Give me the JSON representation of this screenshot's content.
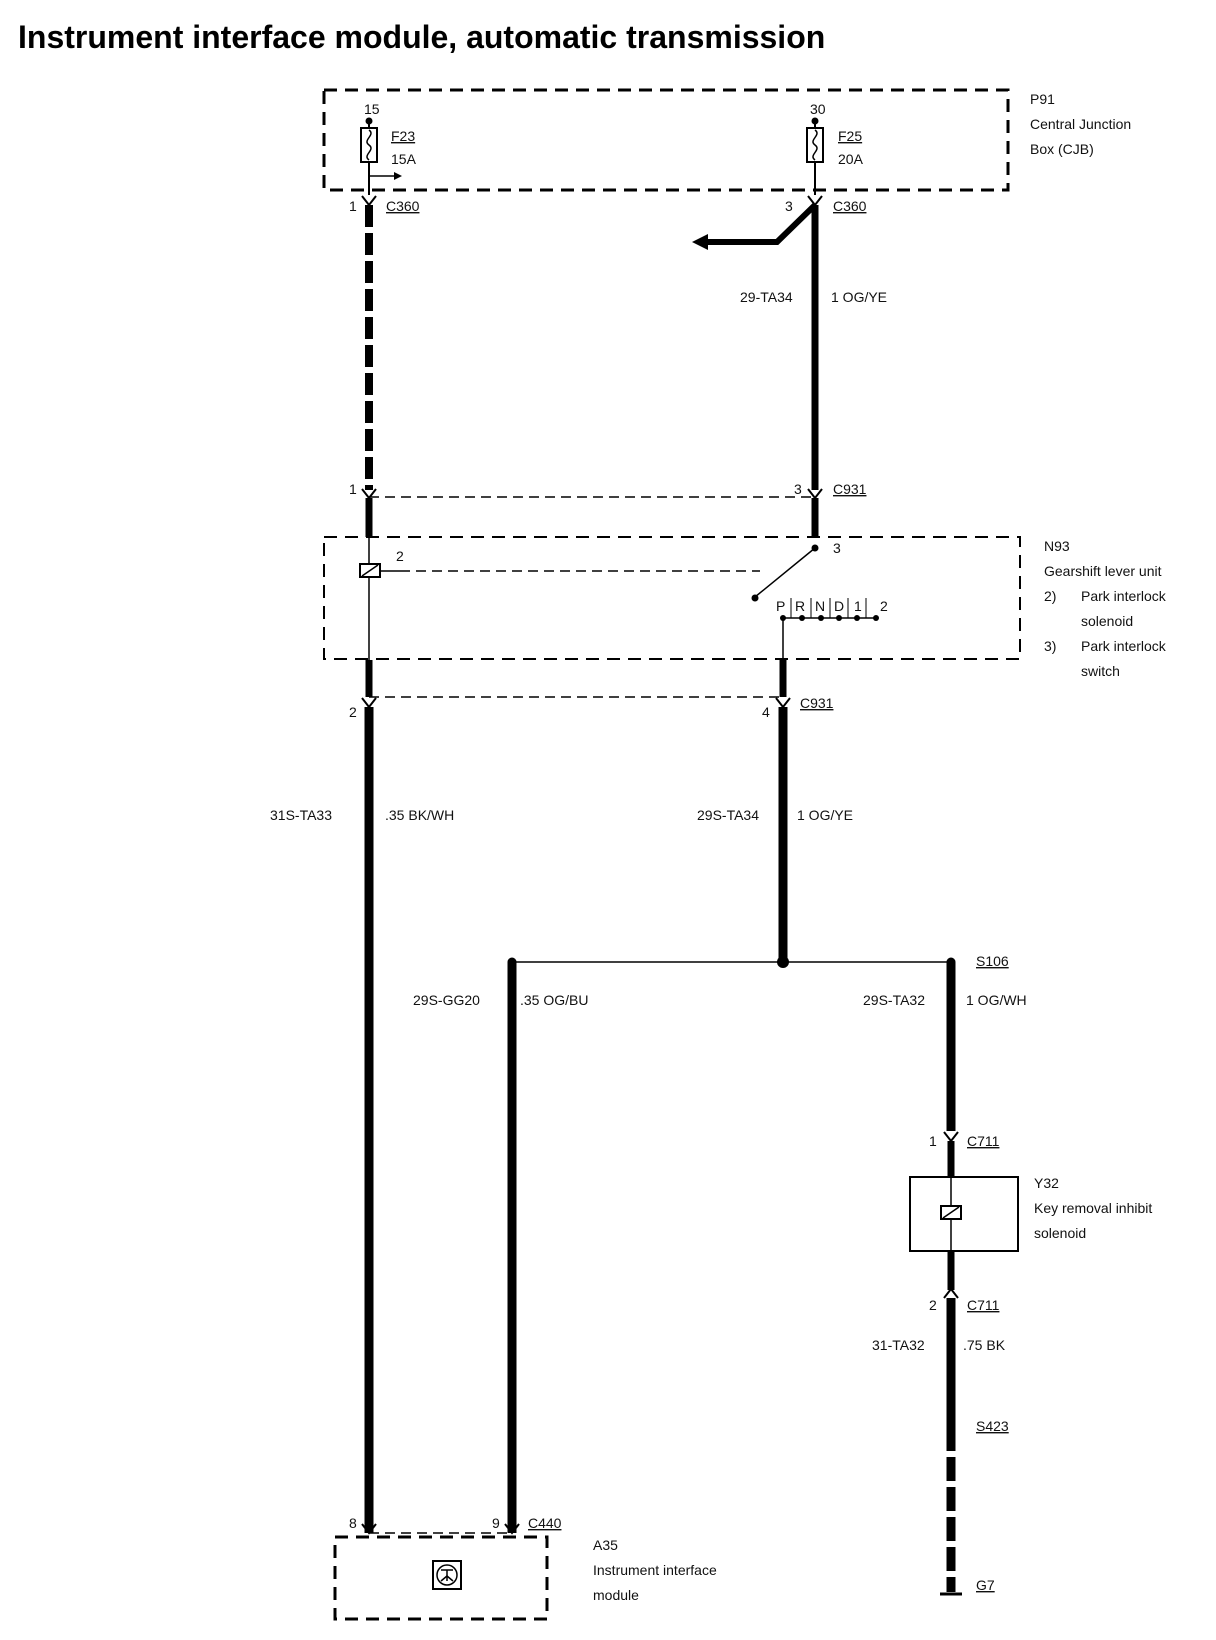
{
  "title": "Instrument interface module, automatic transmission",
  "p91": {
    "id": "P91",
    "line1": "Central Junction",
    "line2": "Box (CJB)"
  },
  "f23": {
    "pin": "15",
    "name": "F23",
    "rating": "15A"
  },
  "f25": {
    "pin": "30",
    "name": "F25",
    "rating": "20A"
  },
  "c360_left": {
    "pin": "1",
    "name": "C360"
  },
  "c360_right": {
    "pin": "3",
    "name": "C360"
  },
  "wire_29ta34": {
    "circuit": "29-TA34",
    "spec": "1 OG/YE"
  },
  "c931_top": {
    "pin_left": "1",
    "pin_right": "3",
    "name": "C931"
  },
  "n93": {
    "id": "N93",
    "name": "Gearshift lever unit",
    "item2_num": "2)",
    "item2_l1": "Park interlock",
    "item2_l2": "solenoid",
    "item3_num": "3)",
    "item3_l1": "Park interlock",
    "item3_l2": "switch",
    "pin_solenoid": "2",
    "pin_switch": "3",
    "gears": [
      "P",
      "R",
      "N",
      "D",
      "1",
      "2"
    ]
  },
  "c931_bottom": {
    "pin_left": "2",
    "pin_right": "4",
    "name": "C931"
  },
  "wire_31sta33": {
    "circuit": "31S-TA33",
    "spec": ".35 BK/WH"
  },
  "wire_29sta34": {
    "circuit": "29S-TA34",
    "spec": "1 OG/YE"
  },
  "s106": {
    "name": "S106"
  },
  "wire_29sgg20": {
    "circuit": "29S-GG20",
    "spec": ".35 OG/BU"
  },
  "wire_29sta32": {
    "circuit": "29S-TA32",
    "spec": "1 OG/WH"
  },
  "c711_top": {
    "pin": "1",
    "name": "C711"
  },
  "y32": {
    "id": "Y32",
    "line1": "Key removal inhibit",
    "line2": "solenoid"
  },
  "c711_bottom": {
    "pin": "2",
    "name": "C711"
  },
  "wire_31ta32": {
    "circuit": "31-TA32",
    "spec": ".75 BK"
  },
  "s423": {
    "name": "S423"
  },
  "g7": {
    "name": "G7"
  },
  "c440": {
    "pin_left": "8",
    "pin_right": "9",
    "name": "C440"
  },
  "a35": {
    "id": "A35",
    "line1": "Instrument interface",
    "line2": "module"
  }
}
